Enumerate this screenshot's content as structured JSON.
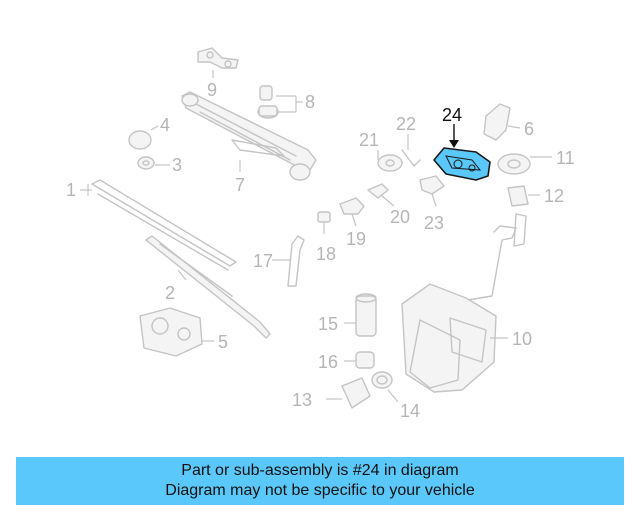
{
  "diagram": {
    "highlighted_part": "24",
    "highlight_color": "#5ac8fa",
    "callouts": [
      {
        "id": "n1",
        "text": "1"
      },
      {
        "id": "n2",
        "text": "2"
      },
      {
        "id": "n3",
        "text": "3"
      },
      {
        "id": "n4",
        "text": "4"
      },
      {
        "id": "n5",
        "text": "5"
      },
      {
        "id": "n6",
        "text": "6"
      },
      {
        "id": "n7",
        "text": "7"
      },
      {
        "id": "n8",
        "text": "8"
      },
      {
        "id": "n9",
        "text": "9"
      },
      {
        "id": "n10",
        "text": "10"
      },
      {
        "id": "n11",
        "text": "11"
      },
      {
        "id": "n12",
        "text": "12"
      },
      {
        "id": "n13",
        "text": "13"
      },
      {
        "id": "n14",
        "text": "14"
      },
      {
        "id": "n15",
        "text": "15"
      },
      {
        "id": "n16",
        "text": "16"
      },
      {
        "id": "n17",
        "text": "17"
      },
      {
        "id": "n18",
        "text": "18"
      },
      {
        "id": "n19",
        "text": "19"
      },
      {
        "id": "n20",
        "text": "20"
      },
      {
        "id": "n21",
        "text": "21"
      },
      {
        "id": "n22",
        "text": "22"
      },
      {
        "id": "n23",
        "text": "23"
      },
      {
        "id": "n24",
        "text": "24"
      }
    ]
  },
  "banner": {
    "line1": "Part or sub-assembly is #24 in diagram",
    "line2": "Diagram may not be specific to your vehicle",
    "color": "#5ac8fa"
  }
}
